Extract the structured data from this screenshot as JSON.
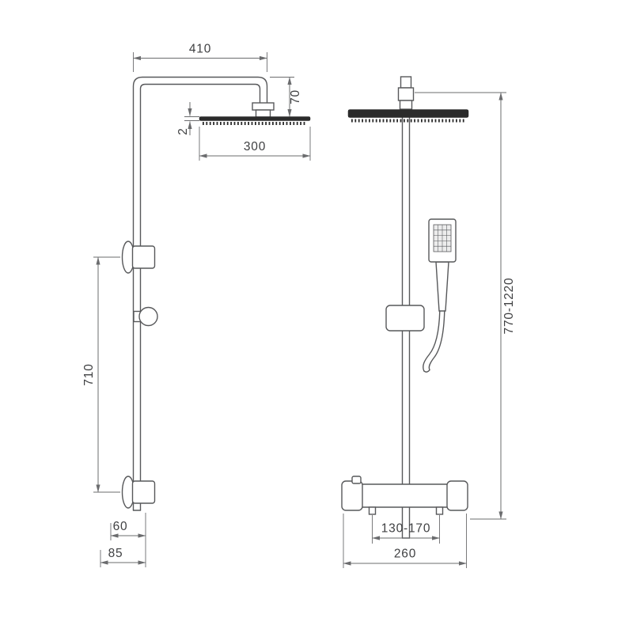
{
  "dims": {
    "side": {
      "arm_reach": "410",
      "head_drop": "70",
      "head_thickness": "2",
      "head_width": "300",
      "bracket_span": "710",
      "rail_offset": "60",
      "wall_clearance": "85"
    },
    "front": {
      "overall_height": "770-1220",
      "inlet_centres": "130-170",
      "valve_width": "260"
    }
  },
  "colors": {
    "background": "#ffffff",
    "outline": "#57585a",
    "dimension_line": "#6b6c6e",
    "label_text": "#3f4042",
    "dark_fill": "#2b2b2b"
  }
}
